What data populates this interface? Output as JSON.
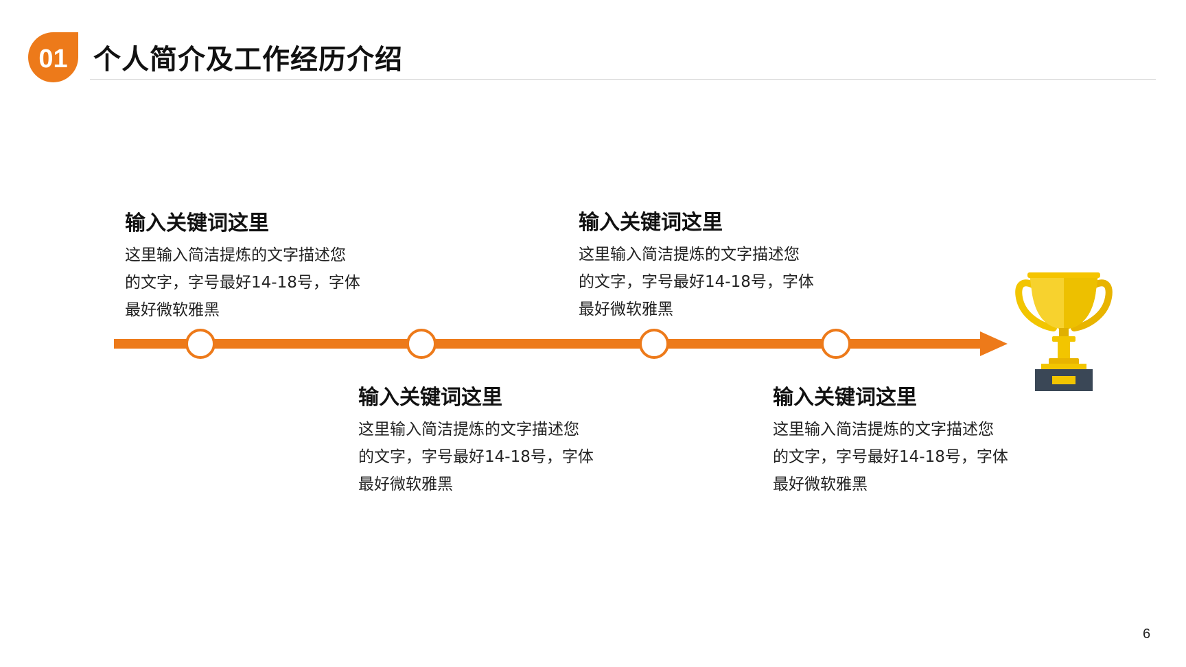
{
  "header": {
    "number": "01",
    "title": "个人简介及工作经历介绍",
    "accent_color": "#ED7A1A"
  },
  "timeline": {
    "line_color": "#ED7A1A",
    "milestones": 4,
    "end_icon": "trophy-icon",
    "blocks": [
      {
        "title": "输入关键词这里",
        "lines": [
          "这里输入简洁提炼的文字描述您",
          "的文字，字号最好14-18号，字体",
          "最好微软雅黑"
        ]
      },
      {
        "title": "输入关键词这里",
        "lines": [
          "这里输入简洁提炼的文字描述您",
          "的文字，字号最好14-18号，字体",
          "最好微软雅黑"
        ]
      },
      {
        "title": "输入关键词这里",
        "lines": [
          "这里输入简洁提炼的文字描述您",
          "的文字，字号最好14-18号，字体",
          "最好微软雅黑"
        ]
      },
      {
        "title": "输入关键词这里",
        "lines": [
          "这里输入简洁提炼的文字描述您",
          "的文字，字号最好14-18号，字体",
          "最好微软雅黑"
        ]
      }
    ]
  },
  "footer": {
    "page_number": "6"
  }
}
